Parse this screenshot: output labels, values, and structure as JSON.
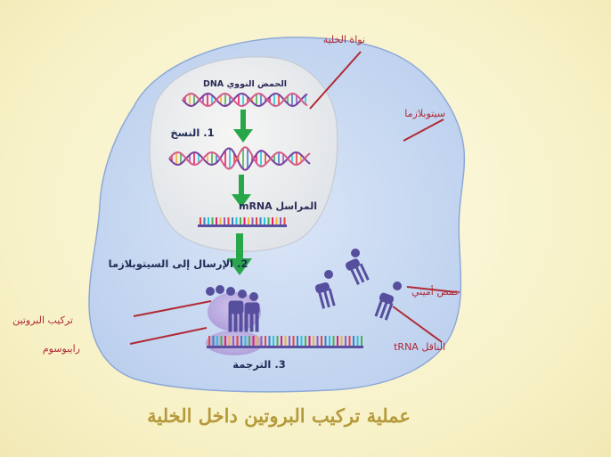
{
  "labels": {
    "nucleus": "نواة الخلية",
    "cytoplasm": "سيتوبلازما",
    "dna": "الحمض النووي DNA",
    "step1": "1. النسخ",
    "mrna": "mRNA المراسل",
    "step2": "2. الإرسال إلى السيتوبلازما",
    "protein_synthesis": "تركيب البروتين",
    "ribosome": "رايبوسوم",
    "step3": "3. الترجمة",
    "amino_acid": "حمض أميني",
    "trna": "tRNA الناقل"
  },
  "title": "عملية تركيب البروتين داخل الخلية",
  "colors": {
    "cell_fill": "#c9daf3",
    "cell_stroke": "#8fa9d6",
    "nucleus_fill": "#eef0f2",
    "arrow": "#27a64a",
    "label_red": "#b02a35",
    "trna": "#564f9e",
    "ribosome": "#b3a3dc",
    "title": "#b59a3c"
  }
}
